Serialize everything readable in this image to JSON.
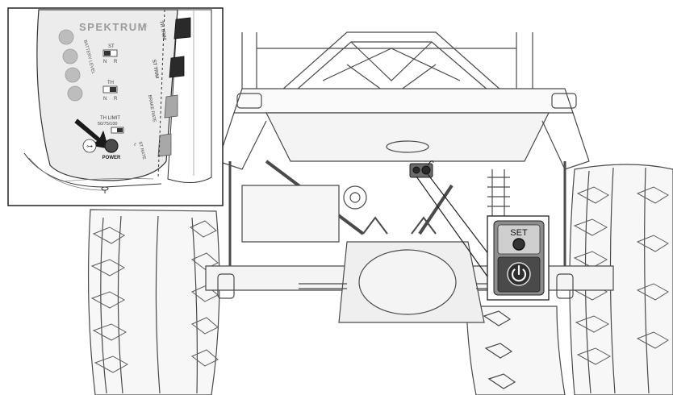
{
  "inset_transmitter": {
    "brand": "SPEKTRUM",
    "brand_mark": "®",
    "labels": {
      "battery_level": "BATTERY LEVEL",
      "st": "ST",
      "st_n": "N",
      "st_r": "R",
      "th": "TH",
      "th_n": "N",
      "th_r": "R",
      "th_limit": "TH LIMIT",
      "th_limit_values": "50/75/100",
      "power": "POWER",
      "th_trim": "TH TRIM",
      "st_trim": "ST TRIM",
      "brake_rate": "BRAKE RATE",
      "st_rate": "ST RATE",
      "bind_symbol": "⊶"
    }
  },
  "receiver_callout": {
    "set_label": "SET",
    "power_icon": "power-icon"
  },
  "colors": {
    "line": "#2a2a2a",
    "light_line": "#6e6e6e",
    "inset_face": "#ececec",
    "button_dark": "#3a3a3a",
    "led": "#bdbdbd",
    "callout_bg": "#8a8a8a"
  }
}
